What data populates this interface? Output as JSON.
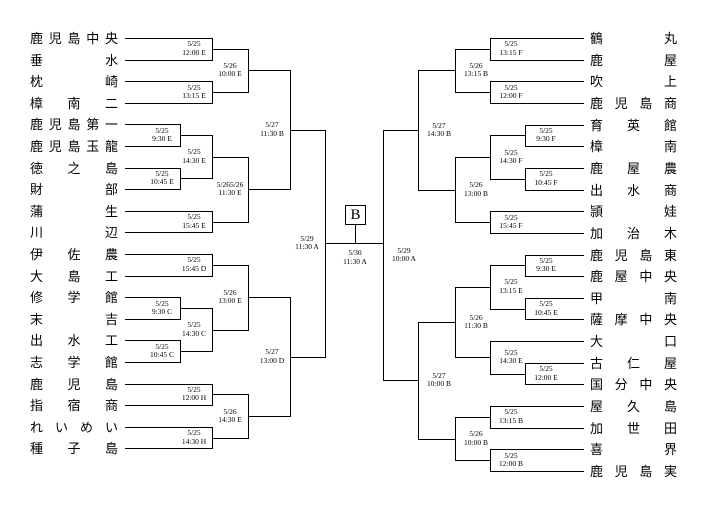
{
  "final": {
    "box_label": "B",
    "date": "5/30",
    "time": "11:30 A"
  },
  "left": {
    "date": "5/29",
    "time": "11:30 A",
    "children": [
      {
        "date": "5/27",
        "time": "11:30 B",
        "children": [
          {
            "date": "5/26",
            "time": "10:00 E",
            "children": [
              {
                "date": "5/25",
                "time": "12:00 E",
                "children": [
                  {
                    "team": "鹿児島中央"
                  },
                  {
                    "team": "垂水"
                  }
                ]
              },
              {
                "date": "5/25",
                "time": "13:15 E",
                "children": [
                  {
                    "team": "枕崎"
                  },
                  {
                    "team": "樟南二"
                  }
                ]
              }
            ]
          },
          {
            "date": "5/265/26",
            "time": "11:30 E",
            "children": [
              {
                "date": "5/25",
                "time": "14:30 E",
                "children": [
                  {
                    "date": "5/25",
                    "time": "9:30 E",
                    "children": [
                      {
                        "team": "鹿児島第一"
                      },
                      {
                        "team": "鹿児島玉龍"
                      }
                    ]
                  },
                  {
                    "date": "5/25",
                    "time": "10:45 E",
                    "children": [
                      {
                        "team": "徳之島"
                      },
                      {
                        "team": "財部"
                      }
                    ]
                  }
                ]
              },
              {
                "date": "5/25",
                "time": "15:45 E",
                "children": [
                  {
                    "team": "蒲生"
                  },
                  {
                    "team": "川辺"
                  }
                ]
              }
            ]
          }
        ]
      },
      {
        "date": "5/27",
        "time": "13:00 D",
        "children": [
          {
            "date": "5/26",
            "time": "13:00 E",
            "children": [
              {
                "date": "5/25",
                "time": "15:45 D",
                "children": [
                  {
                    "team": "伊佐農"
                  },
                  {
                    "team": "大島工"
                  }
                ]
              },
              {
                "date": "5/25",
                "time": "14:30 C",
                "children": [
                  {
                    "date": "5/25",
                    "time": "9:30 C",
                    "children": [
                      {
                        "team": "修学館"
                      },
                      {
                        "team": "末吉"
                      }
                    ]
                  },
                  {
                    "date": "5/25",
                    "time": "10:45 C",
                    "children": [
                      {
                        "team": "出水工"
                      },
                      {
                        "team": "志学館"
                      }
                    ]
                  }
                ]
              }
            ]
          },
          {
            "date": "5/26",
            "time": "14:30 E",
            "children": [
              {
                "date": "5/25",
                "time": "12:00 H",
                "children": [
                  {
                    "team": "鹿児島"
                  },
                  {
                    "team": "指宿商"
                  }
                ]
              },
              {
                "date": "5/25",
                "time": "14:30 H",
                "children": [
                  {
                    "team": "れいめい"
                  },
                  {
                    "team": "種子島"
                  }
                ]
              }
            ]
          }
        ]
      }
    ]
  },
  "right": {
    "date": "5/29",
    "time": "10:00 A",
    "children": [
      {
        "date": "5/27",
        "time": "14:30 B",
        "children": [
          {
            "date": "5/26",
            "time": "13:15 B",
            "children": [
              {
                "date": "5/25",
                "time": "13:15 F",
                "children": [
                  {
                    "team": "鶴丸"
                  },
                  {
                    "team": "鹿屋"
                  }
                ]
              },
              {
                "date": "5/25",
                "time": "12:00 F",
                "children": [
                  {
                    "team": "吹上"
                  },
                  {
                    "team": "鹿児島商"
                  }
                ]
              }
            ]
          },
          {
            "date": "5/26",
            "time": "13:00 B",
            "children": [
              {
                "date": "5/25",
                "time": "14:30 F",
                "children": [
                  {
                    "date": "5/25",
                    "time": "9:30 F",
                    "children": [
                      {
                        "team": "育英館"
                      },
                      {
                        "team": "樟南"
                      }
                    ]
                  },
                  {
                    "date": "5/25",
                    "time": "10:45 F",
                    "children": [
                      {
                        "team": "鹿屋農"
                      },
                      {
                        "team": "出水商"
                      }
                    ]
                  }
                ]
              },
              {
                "date": "5/25",
                "time": "15:45 F",
                "children": [
                  {
                    "team": "頴娃"
                  },
                  {
                    "team": "加治木"
                  }
                ]
              }
            ]
          }
        ]
      },
      {
        "date": "5/27",
        "time": "10:00 B",
        "children": [
          {
            "date": "5/26",
            "time": "11:30 B",
            "children": [
              {
                "date": "5/25",
                "time": "13:15 E",
                "children": [
                  {
                    "date": "5/25",
                    "time": "9:30 E",
                    "children": [
                      {
                        "team": "鹿児島東"
                      },
                      {
                        "team": "鹿屋中央"
                      }
                    ]
                  },
                  {
                    "date": "5/25",
                    "time": "10:45 E",
                    "children": [
                      {
                        "team": "甲南"
                      },
                      {
                        "team": "薩摩中央"
                      }
                    ]
                  }
                ]
              },
              {
                "date": "5/25",
                "time": "14:30 E",
                "children": [
                  {
                    "team": "大口"
                  },
                  {
                    "date": "5/25",
                    "time": "12:00 E",
                    "children": [
                      {
                        "team": "古仁屋"
                      },
                      {
                        "team": "国分中央"
                      }
                    ]
                  }
                ]
              }
            ]
          },
          {
            "date": "5/26",
            "time": "10:00 B",
            "children": [
              {
                "date": "5/25",
                "time": "13:15 B",
                "children": [
                  {
                    "team": "屋久島"
                  },
                  {
                    "team": "加世田"
                  }
                ]
              },
              {
                "date": "5/25",
                "time": "12:00 B",
                "children": [
                  {
                    "team": "喜界"
                  },
                  {
                    "team": "鹿児島実"
                  }
                ]
              }
            ]
          }
        ]
      }
    ]
  }
}
